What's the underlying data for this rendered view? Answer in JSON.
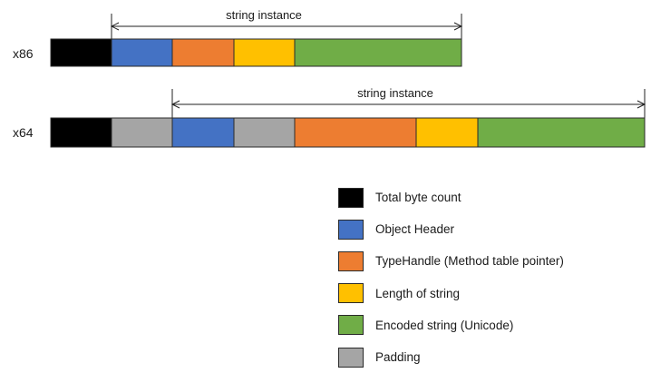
{
  "rows": [
    {
      "label": "x86",
      "span_label": "string instance",
      "blocks": [
        "total-byte-count",
        "object-header",
        "type-handle",
        "string-length",
        "encoded-string"
      ]
    },
    {
      "label": "x64",
      "span_label": "string instance",
      "blocks": [
        "total-byte-count",
        "padding",
        "object-header",
        "padding",
        "type-handle",
        "string-length",
        "encoded-string"
      ]
    }
  ],
  "legend": [
    {
      "key": "total-byte-count",
      "label": "Total byte count",
      "color": "#000000"
    },
    {
      "key": "object-header",
      "label": "Object Header",
      "color": "#4472C4"
    },
    {
      "key": "type-handle",
      "label": "TypeHandle (Method table pointer)",
      "color": "#ED7D31"
    },
    {
      "key": "string-length",
      "label": "Length of string",
      "color": "#FFC000"
    },
    {
      "key": "encoded-string",
      "label": "Encoded string (Unicode)",
      "color": "#70AD47"
    },
    {
      "key": "padding",
      "label": "Padding",
      "color": "#A5A5A5"
    }
  ]
}
